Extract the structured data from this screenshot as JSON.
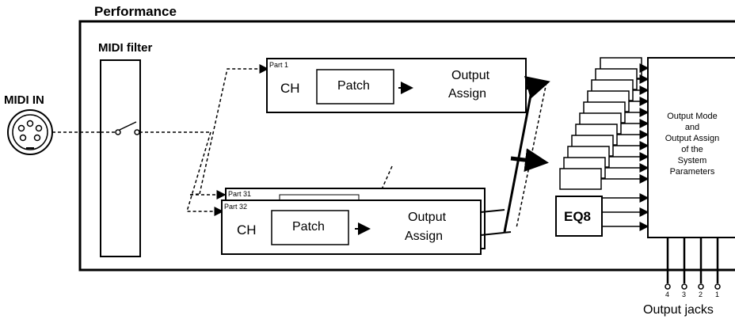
{
  "diagram": {
    "title": "Performance",
    "midi_in": "MIDI IN",
    "midi_filter": "MIDI filter",
    "part1": {
      "label": "Part 1",
      "ch": "CH",
      "patch": "Patch",
      "output_assign": [
        "Output",
        "Assign"
      ]
    },
    "part31": {
      "label": "Part 31"
    },
    "part32": {
      "label": "Part 32",
      "ch": "CH",
      "patch": "Patch",
      "output_assign": [
        "Output",
        "Assign"
      ]
    },
    "eq_label": "EQ8",
    "system_box": [
      "Output Mode",
      "and",
      "Output Assign",
      "of the",
      "System",
      "Parameters"
    ],
    "jack_numbers": [
      "4",
      "3",
      "2",
      "1"
    ],
    "output_jacks": "Output jacks"
  },
  "colors": {
    "line": "#000000",
    "background": "#ffffff"
  }
}
